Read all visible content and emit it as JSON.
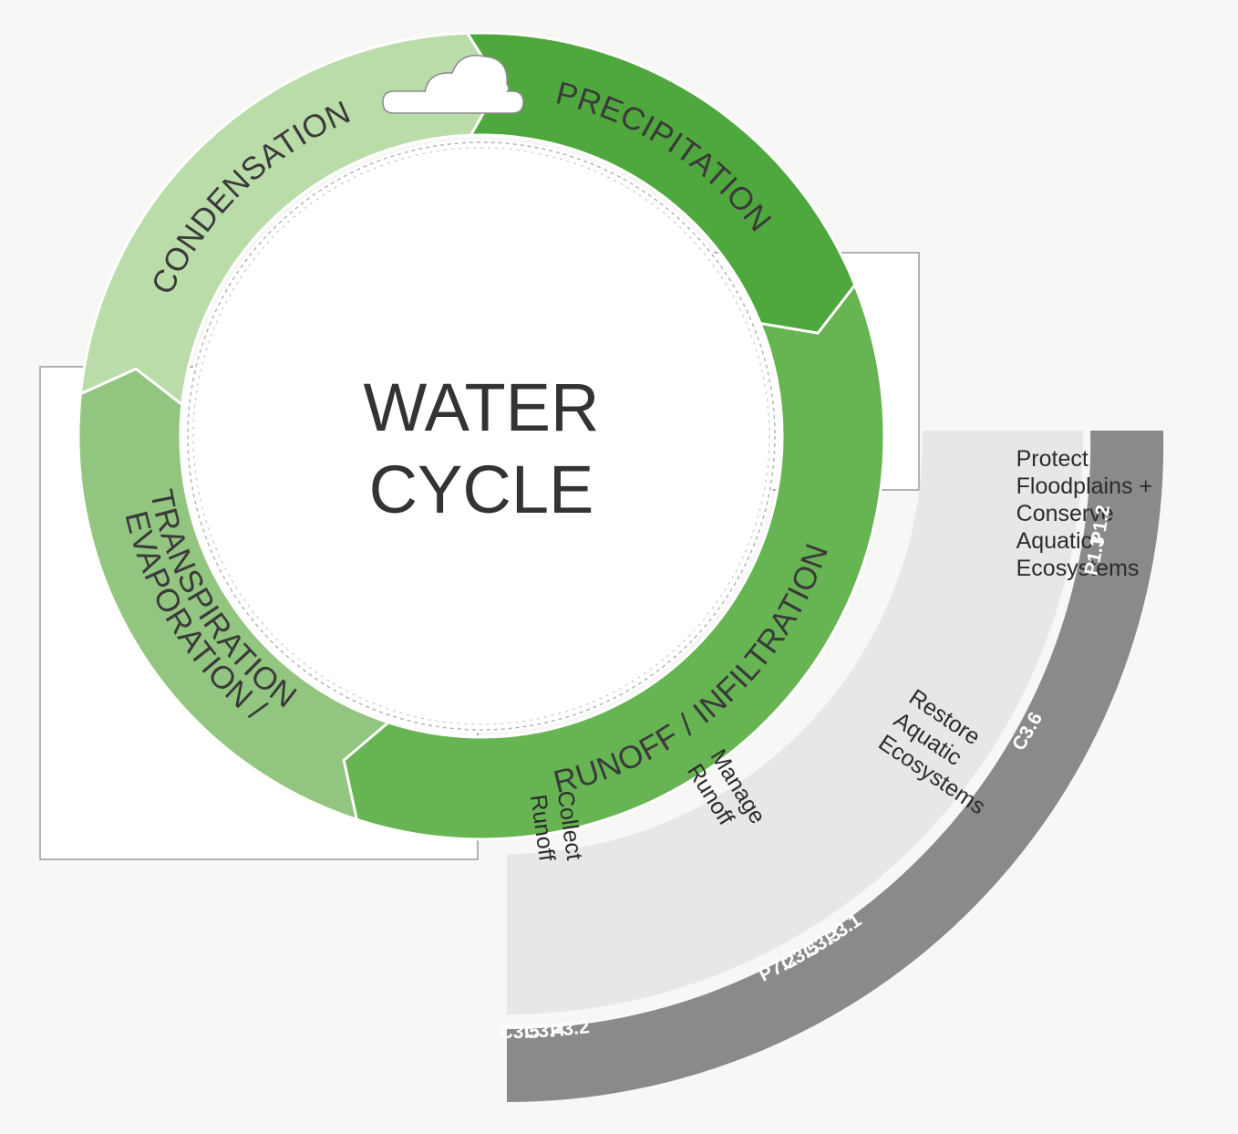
{
  "title": {
    "line1": "WATER",
    "line2": "CYCLE"
  },
  "stages": [
    {
      "key": "precipitation",
      "label": "PRECIPITATION",
      "color": "#4fa83d"
    },
    {
      "key": "runoff",
      "label": "RUNOFF / INFILTRATION",
      "color": "#67b552"
    },
    {
      "key": "evaporation",
      "label_line1": "EVAPORATION /",
      "label_line2": "TRANSPIRATION",
      "color": "#92c57f"
    },
    {
      "key": "condensation",
      "label": "CONDENSATION",
      "color": "#b9dca9"
    }
  ],
  "strategies": [
    {
      "lines": [
        "Protect",
        "Floodplains +",
        "Conserve",
        "Aquatic",
        "Ecosystems"
      ],
      "codes": [
        "P1.2",
        "P1.3"
      ]
    },
    {
      "lines": [
        "Restore",
        "Aquatic",
        "Ecosystems"
      ],
      "codes": [
        "C3.6"
      ]
    },
    {
      "lines": [
        "Manage",
        "Runoff"
      ],
      "codes": [
        "P3.1",
        "C3.3",
        "C3.5",
        "P7.2"
      ]
    },
    {
      "lines": [
        "Collect",
        "Runoff"
      ],
      "codes": [
        "P3.2",
        "C3.4",
        "C3.5"
      ]
    }
  ],
  "colors": {
    "panel_light": "#e6e7e6",
    "panel_dark": "#8a8a8a",
    "outline": "#9a9a9a"
  },
  "icons": {
    "cloud": "cloud-icon"
  }
}
